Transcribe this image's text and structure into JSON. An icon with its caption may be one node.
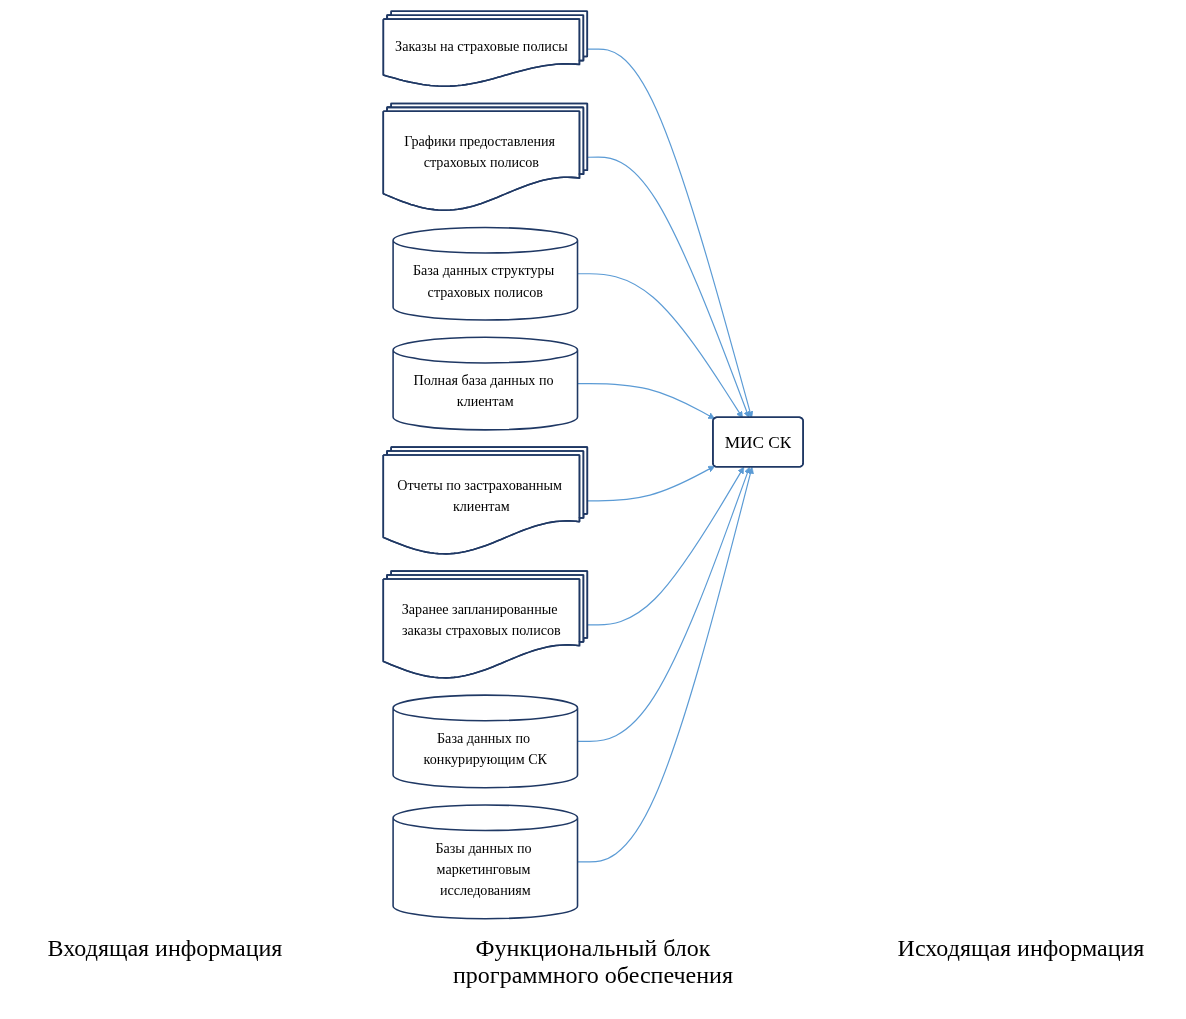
{
  "diagram": {
    "nodes": [
      {
        "text": [
          "Заказы на страховые полисы"
        ]
      },
      {
        "text": [
          "Графики предоставления страховых полисов"
        ]
      },
      {
        "text": [
          "База данных структуры страховых полисов"
        ]
      },
      {
        "text": [
          "Полная база данных по клиентам"
        ]
      },
      {
        "text": [
          "МИС  СК"
        ]
      },
      {
        "text": [
          "Отчеты по застрахованным клиентам"
        ]
      },
      {
        "text": [
          "Заранее запланированные заказы страховых полисов"
        ]
      },
      {
        "text": [
          "База данных по конкурирующим СК"
        ]
      },
      {
        "text": [
          "Базы данных по маркетинговым исследованиям"
        ]
      }
    ],
    "edges": [
      {
        "from": 0,
        "to": 4,
        "arrow": "to"
      },
      {
        "from": 1,
        "to": 4,
        "arrow": "to"
      },
      {
        "from": 2,
        "to": 4,
        "arrow": "to"
      },
      {
        "from": 3,
        "to": 4,
        "arrow": "to"
      },
      {
        "from": 5,
        "to": 4,
        "arrow": "to"
      },
      {
        "from": 6,
        "to": 4,
        "arrow": "to"
      },
      {
        "from": 7,
        "to": 4,
        "arrow": "to"
      },
      {
        "from": 8,
        "to": 4,
        "arrow": "to"
      }
    ],
    "labels": [
      "Входящая информация",
      "Функциональный блок программного обеспечения",
      "Исходящая информация"
    ]
  }
}
